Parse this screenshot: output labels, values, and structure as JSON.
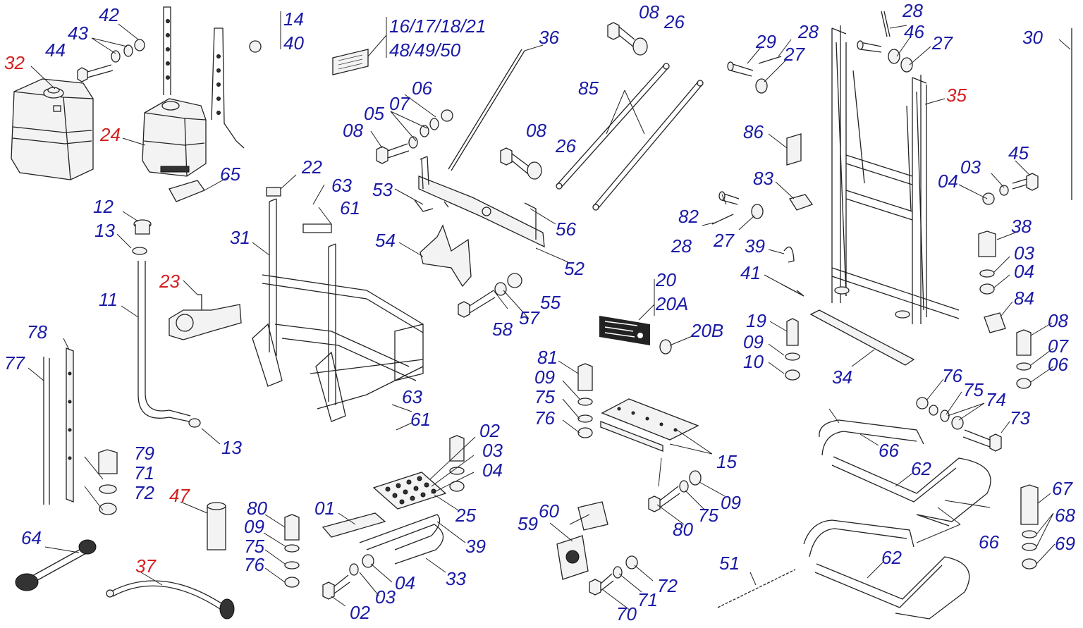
{
  "diagram": {
    "colors": {
      "label": "#1a1aa6",
      "label_highlight": "#d61e1e",
      "line": "#222222"
    },
    "labels": [
      {
        "id": "42",
        "text": "42",
        "highlight": false
      },
      {
        "id": "43",
        "text": "43",
        "highlight": false
      },
      {
        "id": "44",
        "text": "44",
        "highlight": false
      },
      {
        "id": "32",
        "text": "32",
        "highlight": true
      },
      {
        "id": "24",
        "text": "24",
        "highlight": true
      },
      {
        "id": "65",
        "text": "65",
        "highlight": false
      },
      {
        "id": "14",
        "text": "14",
        "highlight": false
      },
      {
        "id": "40",
        "text": "40",
        "highlight": false
      },
      {
        "id": "16-21",
        "text": "16/17/18/21",
        "highlight": false
      },
      {
        "id": "48-50",
        "text": "48/49/50",
        "highlight": false
      },
      {
        "id": "36",
        "text": "36",
        "highlight": false
      },
      {
        "id": "08a",
        "text": "08",
        "highlight": false
      },
      {
        "id": "26a",
        "text": "26",
        "highlight": false
      },
      {
        "id": "85",
        "text": "85",
        "highlight": false
      },
      {
        "id": "08b",
        "text": "08",
        "highlight": false
      },
      {
        "id": "26b",
        "text": "26",
        "highlight": false
      },
      {
        "id": "06a",
        "text": "06",
        "highlight": false
      },
      {
        "id": "07a",
        "text": "07",
        "highlight": false
      },
      {
        "id": "05",
        "text": "05",
        "highlight": false
      },
      {
        "id": "08c",
        "text": "08",
        "highlight": false
      },
      {
        "id": "53",
        "text": "53",
        "highlight": false
      },
      {
        "id": "56",
        "text": "56",
        "highlight": false
      },
      {
        "id": "54",
        "text": "54",
        "highlight": false
      },
      {
        "id": "52",
        "text": "52",
        "highlight": false
      },
      {
        "id": "55",
        "text": "55",
        "highlight": false
      },
      {
        "id": "57",
        "text": "57",
        "highlight": false
      },
      {
        "id": "58",
        "text": "58",
        "highlight": false
      },
      {
        "id": "22",
        "text": "22",
        "highlight": false
      },
      {
        "id": "63a",
        "text": "63",
        "highlight": false
      },
      {
        "id": "61a",
        "text": "61",
        "highlight": false
      },
      {
        "id": "31",
        "text": "31",
        "highlight": false
      },
      {
        "id": "63b",
        "text": "63",
        "highlight": false
      },
      {
        "id": "61b",
        "text": "61",
        "highlight": false
      },
      {
        "id": "12",
        "text": "12",
        "highlight": false
      },
      {
        "id": "13a",
        "text": "13",
        "highlight": false
      },
      {
        "id": "23",
        "text": "23",
        "highlight": true
      },
      {
        "id": "11",
        "text": "11",
        "highlight": false
      },
      {
        "id": "13b",
        "text": "13",
        "highlight": false
      },
      {
        "id": "78",
        "text": "78",
        "highlight": false
      },
      {
        "id": "77",
        "text": "77",
        "highlight": false
      },
      {
        "id": "79",
        "text": "79",
        "highlight": false
      },
      {
        "id": "71a",
        "text": "71",
        "highlight": false
      },
      {
        "id": "72a",
        "text": "72",
        "highlight": false
      },
      {
        "id": "47",
        "text": "47",
        "highlight": true
      },
      {
        "id": "64",
        "text": "64",
        "highlight": false
      },
      {
        "id": "37",
        "text": "37",
        "highlight": true
      },
      {
        "id": "80a",
        "text": "80",
        "highlight": false
      },
      {
        "id": "09a",
        "text": "09",
        "highlight": false
      },
      {
        "id": "75a",
        "text": "75",
        "highlight": false
      },
      {
        "id": "76a",
        "text": "76",
        "highlight": false
      },
      {
        "id": "01",
        "text": "01",
        "highlight": false
      },
      {
        "id": "02a",
        "text": "02",
        "highlight": false
      },
      {
        "id": "03a",
        "text": "03",
        "highlight": false
      },
      {
        "id": "04a",
        "text": "04",
        "highlight": false
      },
      {
        "id": "25",
        "text": "25",
        "highlight": false
      },
      {
        "id": "39a",
        "text": "39",
        "highlight": false
      },
      {
        "id": "33",
        "text": "33",
        "highlight": false
      },
      {
        "id": "02b",
        "text": "02",
        "highlight": false
      },
      {
        "id": "03b",
        "text": "03",
        "highlight": false
      },
      {
        "id": "04b",
        "text": "04",
        "highlight": false
      },
      {
        "id": "20",
        "text": "20",
        "highlight": false
      },
      {
        "id": "20A",
        "text": "20A",
        "highlight": false
      },
      {
        "id": "20B",
        "text": "20B",
        "highlight": false
      },
      {
        "id": "81",
        "text": "81",
        "highlight": false
      },
      {
        "id": "09b",
        "text": "09",
        "highlight": false
      },
      {
        "id": "75b",
        "text": "75",
        "highlight": false
      },
      {
        "id": "76b",
        "text": "76",
        "highlight": false
      },
      {
        "id": "15",
        "text": "15",
        "highlight": false
      },
      {
        "id": "80b",
        "text": "80",
        "highlight": false
      },
      {
        "id": "75c",
        "text": "75",
        "highlight": false
      },
      {
        "id": "09c",
        "text": "09",
        "highlight": false
      },
      {
        "id": "59",
        "text": "59",
        "highlight": false
      },
      {
        "id": "60",
        "text": "60",
        "highlight": false
      },
      {
        "id": "70",
        "text": "70",
        "highlight": false
      },
      {
        "id": "71b",
        "text": "71",
        "highlight": false
      },
      {
        "id": "72b",
        "text": "72",
        "highlight": false
      },
      {
        "id": "51",
        "text": "51",
        "highlight": false
      },
      {
        "id": "28a",
        "text": "28",
        "highlight": false
      },
      {
        "id": "46",
        "text": "46",
        "highlight": false
      },
      {
        "id": "27a",
        "text": "27",
        "highlight": false
      },
      {
        "id": "29",
        "text": "29",
        "highlight": false
      },
      {
        "id": "28b",
        "text": "28",
        "highlight": false
      },
      {
        "id": "27b",
        "text": "27",
        "highlight": false
      },
      {
        "id": "30",
        "text": "30",
        "highlight": false
      },
      {
        "id": "35",
        "text": "35",
        "highlight": true
      },
      {
        "id": "86",
        "text": "86",
        "highlight": false
      },
      {
        "id": "45",
        "text": "45",
        "highlight": false
      },
      {
        "id": "03c",
        "text": "03",
        "highlight": false
      },
      {
        "id": "04c",
        "text": "04",
        "highlight": false
      },
      {
        "id": "83",
        "text": "83",
        "highlight": false
      },
      {
        "id": "82",
        "text": "82",
        "highlight": false
      },
      {
        "id": "28c",
        "text": "28",
        "highlight": false
      },
      {
        "id": "27c",
        "text": "27",
        "highlight": false
      },
      {
        "id": "39b",
        "text": "39",
        "highlight": false
      },
      {
        "id": "38",
        "text": "38",
        "highlight": false
      },
      {
        "id": "03d",
        "text": "03",
        "highlight": false
      },
      {
        "id": "04d",
        "text": "04",
        "highlight": false
      },
      {
        "id": "41",
        "text": "41",
        "highlight": false
      },
      {
        "id": "84",
        "text": "84",
        "highlight": false
      },
      {
        "id": "19",
        "text": "19",
        "highlight": false
      },
      {
        "id": "09d",
        "text": "09",
        "highlight": false
      },
      {
        "id": "10",
        "text": "10",
        "highlight": false
      },
      {
        "id": "34",
        "text": "34",
        "highlight": false
      },
      {
        "id": "08d",
        "text": "08",
        "highlight": false
      },
      {
        "id": "07b",
        "text": "07",
        "highlight": false
      },
      {
        "id": "06b",
        "text": "06",
        "highlight": false
      },
      {
        "id": "76c",
        "text": "76",
        "highlight": false
      },
      {
        "id": "75d",
        "text": "75",
        "highlight": false
      },
      {
        "id": "74",
        "text": "74",
        "highlight": false
      },
      {
        "id": "73",
        "text": "73",
        "highlight": false
      },
      {
        "id": "66a",
        "text": "66",
        "highlight": false
      },
      {
        "id": "62a",
        "text": "62",
        "highlight": false
      },
      {
        "id": "67",
        "text": "67",
        "highlight": false
      },
      {
        "id": "68",
        "text": "68",
        "highlight": false
      },
      {
        "id": "66b",
        "text": "66",
        "highlight": false
      },
      {
        "id": "69",
        "text": "69",
        "highlight": false
      },
      {
        "id": "62b",
        "text": "62",
        "highlight": false
      }
    ]
  }
}
